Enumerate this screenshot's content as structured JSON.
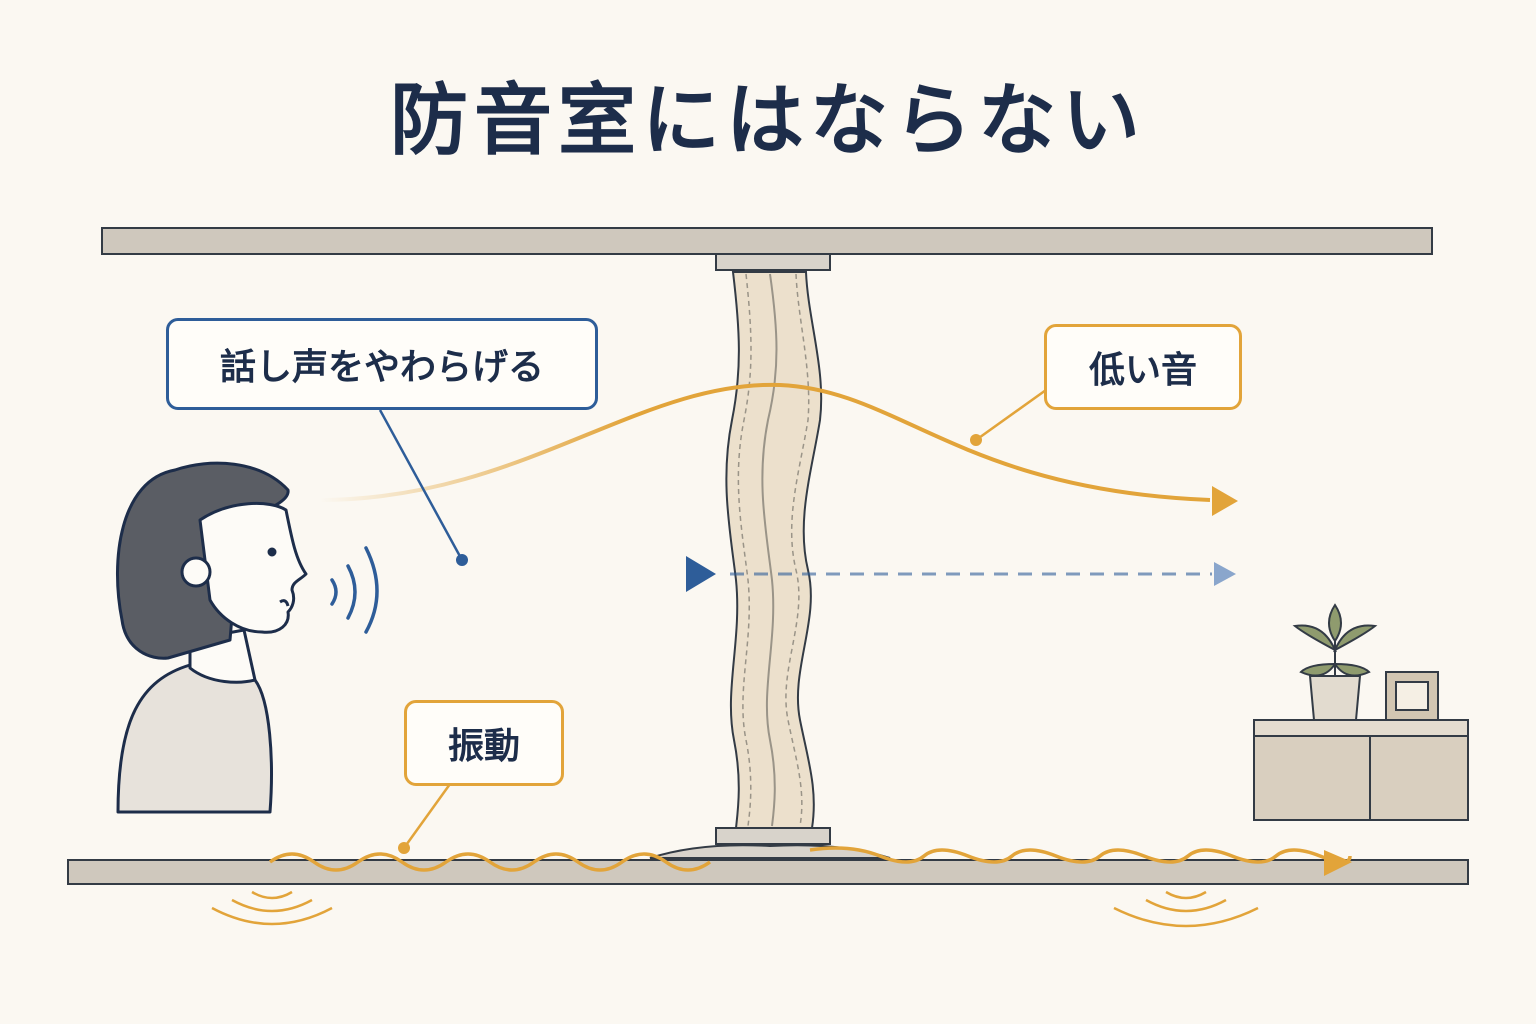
{
  "title": "防音室にはならない",
  "labels": {
    "speech": "話し声をやわらげる",
    "low_sound": "低い音",
    "vibration": "振動"
  },
  "colors": {
    "background": "#fbf8f2",
    "navy": "#1d2d4a",
    "blue": "#2e5d99",
    "orange": "#e2a43a",
    "beam": "#cfc8bd",
    "panel": "#ece0cc"
  },
  "icons": [
    "person",
    "sound-waves",
    "partition-panel",
    "potted-plant",
    "photo-frame",
    "cabinet",
    "floor-vibration-waves"
  ]
}
